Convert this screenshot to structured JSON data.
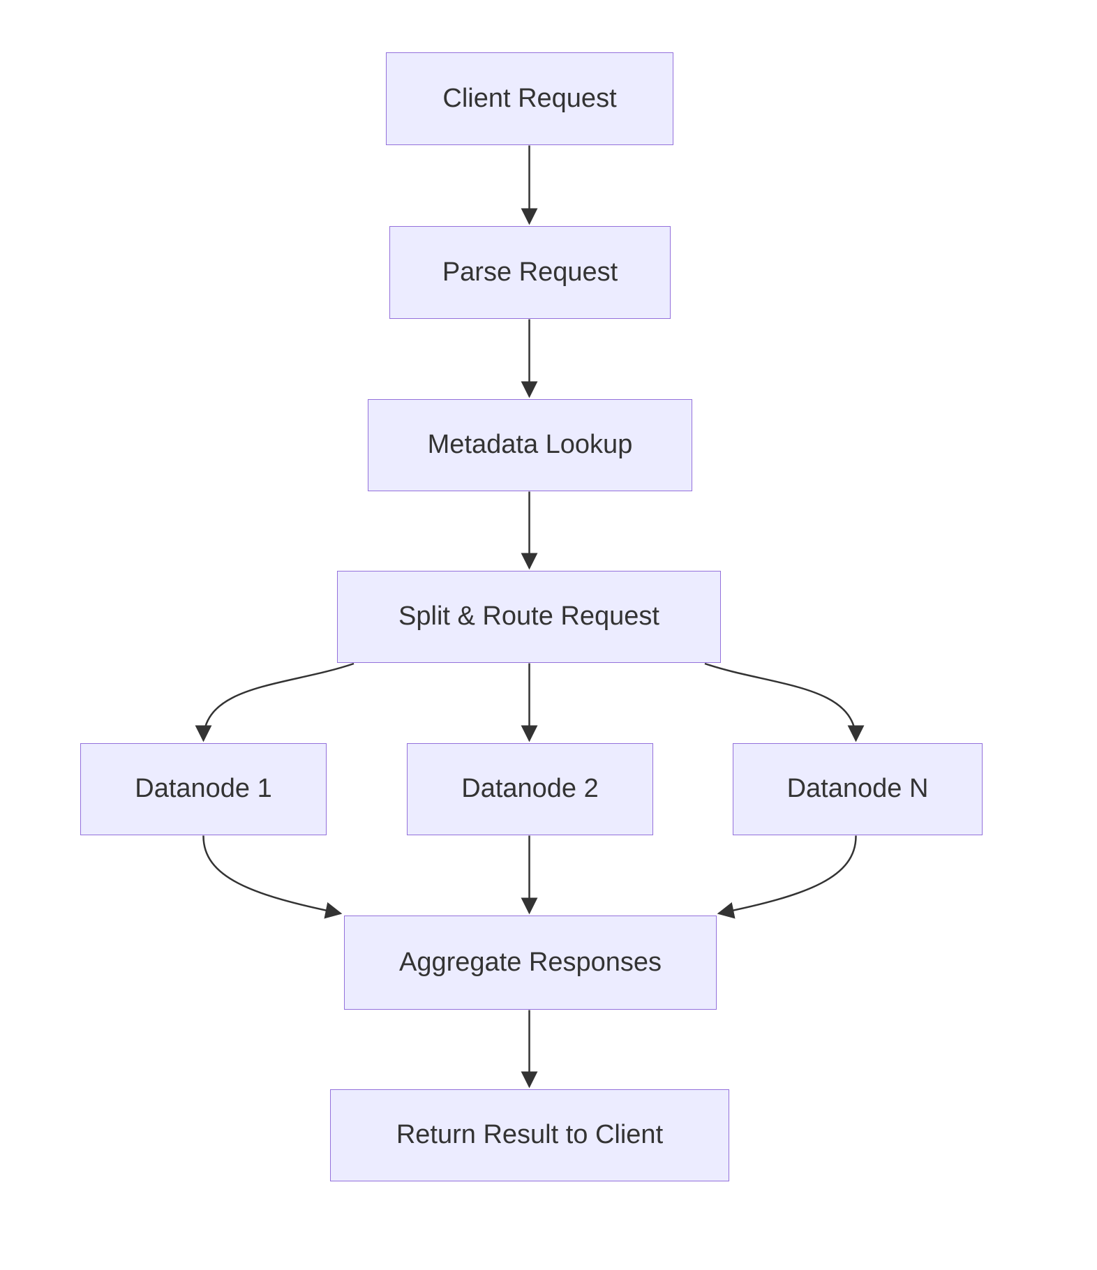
{
  "diagram": {
    "type": "flowchart",
    "direction": "top-down",
    "nodes": {
      "client": {
        "label": "Client Request"
      },
      "parse": {
        "label": "Parse Request"
      },
      "metadata": {
        "label": "Metadata Lookup"
      },
      "split": {
        "label": "Split & Route Request"
      },
      "datanode1": {
        "label": "Datanode 1"
      },
      "datanode2": {
        "label": "Datanode 2"
      },
      "datanodeN": {
        "label": "Datanode N"
      },
      "aggregate": {
        "label": "Aggregate Responses"
      },
      "return": {
        "label": "Return Result to Client"
      }
    },
    "edges": [
      {
        "from": "client",
        "to": "parse"
      },
      {
        "from": "parse",
        "to": "metadata"
      },
      {
        "from": "metadata",
        "to": "split"
      },
      {
        "from": "split",
        "to": "datanode1"
      },
      {
        "from": "split",
        "to": "datanode2"
      },
      {
        "from": "split",
        "to": "datanodeN"
      },
      {
        "from": "datanode1",
        "to": "aggregate"
      },
      {
        "from": "datanode2",
        "to": "aggregate"
      },
      {
        "from": "datanodeN",
        "to": "aggregate"
      },
      {
        "from": "aggregate",
        "to": "return"
      }
    ],
    "colors": {
      "node_fill": "#ECECFF",
      "node_border": "#9370DB",
      "edge_color": "#333333",
      "text_color": "#333333",
      "background": "#FFFFFF"
    }
  }
}
